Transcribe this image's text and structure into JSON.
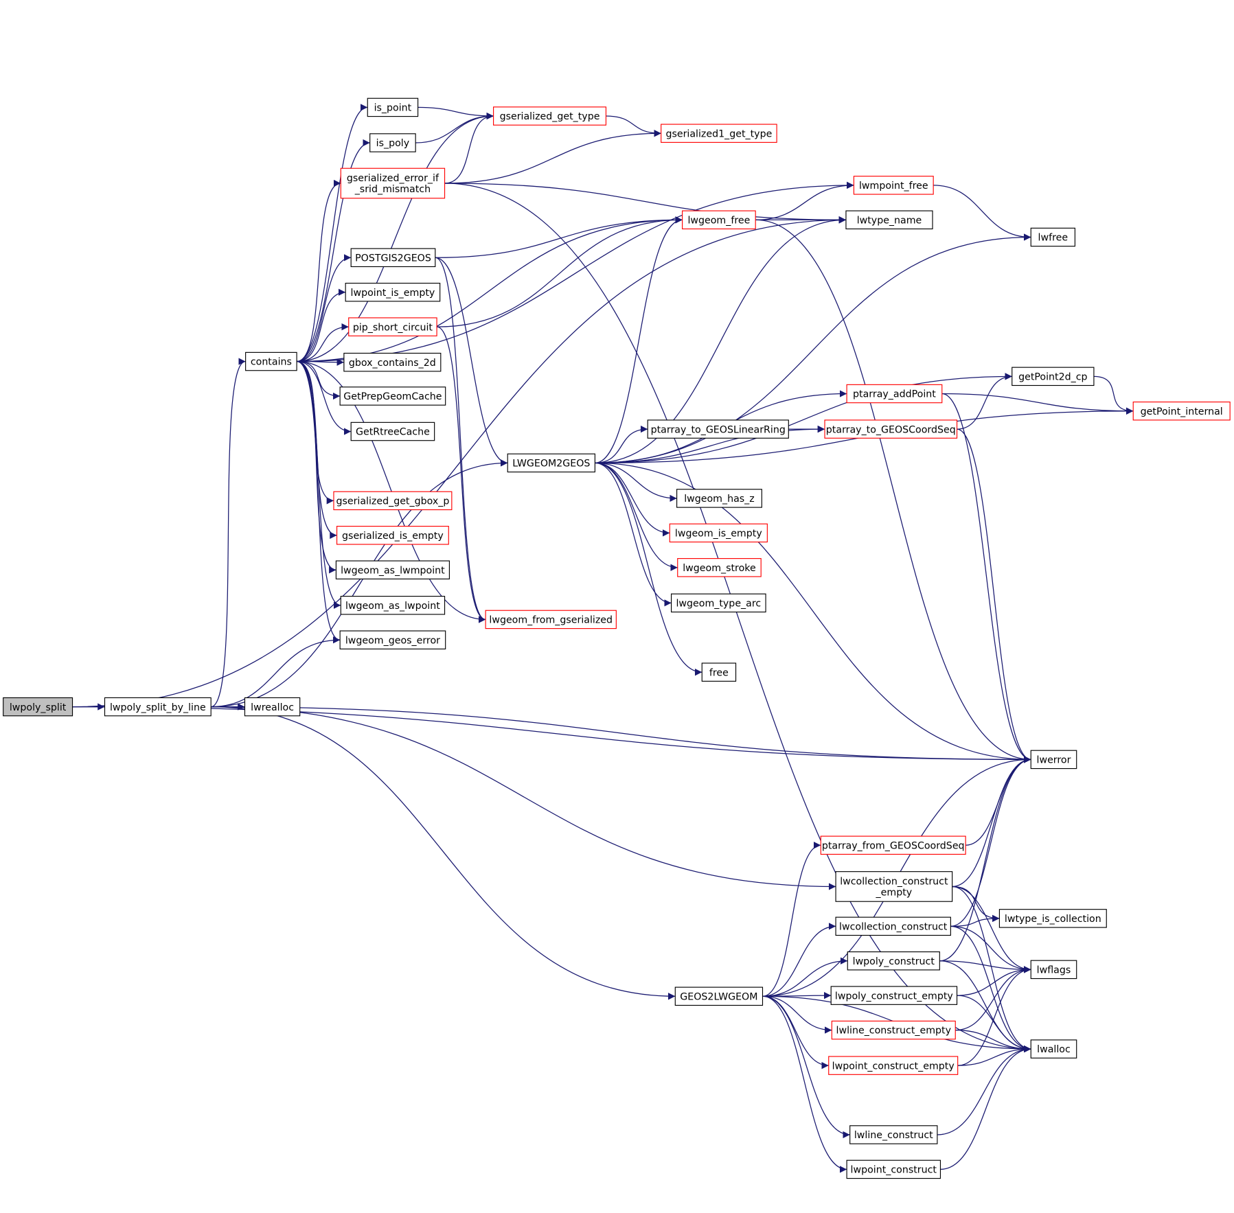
{
  "title": "lwpoly_split call graph",
  "colors": {
    "edge": "#191970",
    "incomplete_border": "#ff0000",
    "root_fill": "#bfbfbf"
  },
  "nodes": {
    "lwpoly_split": {
      "label": [
        "lwpoly_split"
      ],
      "style": "root"
    },
    "lwpoly_split_by_line": {
      "label": [
        "lwpoly_split_by_line"
      ]
    },
    "lwrealloc": {
      "label": [
        "lwrealloc"
      ]
    },
    "contains": {
      "label": [
        "contains"
      ]
    },
    "is_point": {
      "label": [
        "is_point"
      ]
    },
    "is_poly": {
      "label": [
        "is_poly"
      ]
    },
    "gserialized_error_if_srid_mismatch": {
      "label": [
        "gserialized_error_if",
        "_srid_mismatch"
      ],
      "style": "red"
    },
    "POSTGIS2GEOS": {
      "label": [
        "POSTGIS2GEOS"
      ]
    },
    "lwpoint_is_empty": {
      "label": [
        "lwpoint_is_empty"
      ]
    },
    "pip_short_circuit": {
      "label": [
        "pip_short_circuit"
      ],
      "style": "red"
    },
    "gbox_contains_2d": {
      "label": [
        "gbox_contains_2d"
      ]
    },
    "GetPrepGeomCache": {
      "label": [
        "GetPrepGeomCache"
      ]
    },
    "GetRtreeCache": {
      "label": [
        "GetRtreeCache"
      ]
    },
    "gserialized_get_gbox_p": {
      "label": [
        "gserialized_get_gbox_p"
      ],
      "style": "red"
    },
    "gserialized_is_empty": {
      "label": [
        "gserialized_is_empty"
      ],
      "style": "red"
    },
    "lwgeom_as_lwmpoint": {
      "label": [
        "lwgeom_as_lwmpoint"
      ]
    },
    "lwgeom_as_lwpoint": {
      "label": [
        "lwgeom_as_lwpoint"
      ]
    },
    "lwgeom_geos_error": {
      "label": [
        "lwgeom_geos_error"
      ]
    },
    "gserialized_get_type": {
      "label": [
        "gserialized_get_type"
      ],
      "style": "red"
    },
    "gserialized1_get_type": {
      "label": [
        "gserialized1_get_type"
      ],
      "style": "red"
    },
    "lwgeom_from_gserialized": {
      "label": [
        "lwgeom_from_gserialized"
      ],
      "style": "red"
    },
    "LWGEOM2GEOS": {
      "label": [
        "LWGEOM2GEOS"
      ]
    },
    "GEOS2LWGEOM": {
      "label": [
        "GEOS2LWGEOM"
      ]
    },
    "lwgeom_free": {
      "label": [
        "lwgeom_free"
      ],
      "style": "red"
    },
    "lwmpoint_free": {
      "label": [
        "lwmpoint_free"
      ],
      "style": "red"
    },
    "lwtype_name": {
      "label": [
        "lwtype_name"
      ]
    },
    "lwfree": {
      "label": [
        "lwfree"
      ]
    },
    "getPoint2d_cp": {
      "label": [
        "getPoint2d_cp"
      ]
    },
    "getPoint_internal": {
      "label": [
        "getPoint_internal"
      ],
      "style": "red"
    },
    "ptarray_addPoint": {
      "label": [
        "ptarray_addPoint"
      ],
      "style": "red"
    },
    "ptarray_to_GEOSLinearRing": {
      "label": [
        "ptarray_to_GEOSLinearRing"
      ]
    },
    "ptarray_to_GEOSCoordSeq": {
      "label": [
        "ptarray_to_GEOSCoordSeq"
      ],
      "style": "red"
    },
    "lwgeom_has_z": {
      "label": [
        "lwgeom_has_z"
      ]
    },
    "lwgeom_is_empty": {
      "label": [
        "lwgeom_is_empty"
      ],
      "style": "red"
    },
    "lwgeom_stroke": {
      "label": [
        "lwgeom_stroke"
      ],
      "style": "red"
    },
    "lwgeom_type_arc": {
      "label": [
        "lwgeom_type_arc"
      ]
    },
    "free": {
      "label": [
        "free"
      ]
    },
    "lwerror": {
      "label": [
        "lwerror"
      ]
    },
    "ptarray_from_GEOSCoordSeq": {
      "label": [
        "ptarray_from_GEOSCoordSeq"
      ],
      "style": "red"
    },
    "lwcollection_construct_empty": {
      "label": [
        "lwcollection_construct",
        "_empty"
      ]
    },
    "lwtype_is_collection": {
      "label": [
        "lwtype_is_collection"
      ]
    },
    "lwcollection_construct": {
      "label": [
        "lwcollection_construct"
      ]
    },
    "lwpoly_construct": {
      "label": [
        "lwpoly_construct"
      ]
    },
    "lwflags": {
      "label": [
        "lwflags"
      ]
    },
    "lwpoly_construct_empty": {
      "label": [
        "lwpoly_construct_empty"
      ]
    },
    "lwline_construct_empty": {
      "label": [
        "lwline_construct_empty"
      ],
      "style": "red"
    },
    "lwalloc": {
      "label": [
        "lwalloc"
      ]
    },
    "lwpoint_construct_empty": {
      "label": [
        "lwpoint_construct_empty"
      ],
      "style": "red"
    },
    "lwline_construct": {
      "label": [
        "lwline_construct"
      ]
    },
    "lwpoint_construct": {
      "label": [
        "lwpoint_construct"
      ]
    }
  },
  "edges": [
    [
      "lwpoly_split",
      "lwpoly_split_by_line"
    ],
    [
      "lwpoly_split",
      "lwtype_name"
    ],
    [
      "lwpoly_split",
      "lwerror"
    ],
    [
      "lwpoly_split_by_line",
      "contains"
    ],
    [
      "lwpoly_split_by_line",
      "lwrealloc"
    ],
    [
      "lwpoly_split_by_line",
      "lwgeom_geos_error"
    ],
    [
      "lwpoly_split_by_line",
      "LWGEOM2GEOS"
    ],
    [
      "lwpoly_split_by_line",
      "lwerror"
    ],
    [
      "lwpoly_split_by_line",
      "lwcollection_construct_empty"
    ],
    [
      "lwpoly_split_by_line",
      "GEOS2LWGEOM"
    ],
    [
      "contains",
      "is_point"
    ],
    [
      "contains",
      "is_poly"
    ],
    [
      "contains",
      "gserialized_get_type"
    ],
    [
      "contains",
      "gserialized_error_if_srid_mismatch"
    ],
    [
      "contains",
      "lwmpoint_free"
    ],
    [
      "contains",
      "lwgeom_free"
    ],
    [
      "contains",
      "POSTGIS2GEOS"
    ],
    [
      "contains",
      "lwpoint_is_empty"
    ],
    [
      "contains",
      "pip_short_circuit"
    ],
    [
      "contains",
      "gbox_contains_2d"
    ],
    [
      "contains",
      "GetPrepGeomCache"
    ],
    [
      "contains",
      "GetRtreeCache"
    ],
    [
      "contains",
      "lwgeom_from_gserialized"
    ],
    [
      "contains",
      "gserialized_get_gbox_p"
    ],
    [
      "contains",
      "gserialized_is_empty"
    ],
    [
      "contains",
      "lwgeom_as_lwmpoint"
    ],
    [
      "contains",
      "lwgeom_as_lwpoint"
    ],
    [
      "contains",
      "lwgeom_geos_error"
    ],
    [
      "is_point",
      "gserialized_get_type"
    ],
    [
      "is_poly",
      "gserialized_get_type"
    ],
    [
      "gserialized_error_if_srid_mismatch",
      "gserialized_get_type"
    ],
    [
      "gserialized_error_if_srid_mismatch",
      "gserialized1_get_type"
    ],
    [
      "gserialized_error_if_srid_mismatch",
      "lwtype_name"
    ],
    [
      "gserialized_error_if_srid_mismatch",
      "lwalloc"
    ],
    [
      "gserialized_get_type",
      "gserialized1_get_type"
    ],
    [
      "POSTGIS2GEOS",
      "lwgeom_free"
    ],
    [
      "POSTGIS2GEOS",
      "LWGEOM2GEOS"
    ],
    [
      "POSTGIS2GEOS",
      "lwgeom_from_gserialized"
    ],
    [
      "pip_short_circuit",
      "lwgeom_free"
    ],
    [
      "pip_short_circuit",
      "lwgeom_from_gserialized"
    ],
    [
      "lwgeom_free",
      "lwmpoint_free"
    ],
    [
      "lwgeom_free",
      "lwtype_name"
    ],
    [
      "lwgeom_free",
      "lwerror"
    ],
    [
      "lwmpoint_free",
      "lwfree"
    ],
    [
      "LWGEOM2GEOS",
      "lwgeom_free"
    ],
    [
      "LWGEOM2GEOS",
      "lwtype_name"
    ],
    [
      "LWGEOM2GEOS",
      "lwfree"
    ],
    [
      "LWGEOM2GEOS",
      "getPoint2d_cp"
    ],
    [
      "LWGEOM2GEOS",
      "ptarray_addPoint"
    ],
    [
      "LWGEOM2GEOS",
      "ptarray_to_GEOSCoordSeq"
    ],
    [
      "LWGEOM2GEOS",
      "ptarray_to_GEOSLinearRing"
    ],
    [
      "LWGEOM2GEOS",
      "getPoint_internal"
    ],
    [
      "LWGEOM2GEOS",
      "lwgeom_has_z"
    ],
    [
      "LWGEOM2GEOS",
      "lwgeom_is_empty"
    ],
    [
      "LWGEOM2GEOS",
      "lwgeom_stroke"
    ],
    [
      "LWGEOM2GEOS",
      "lwgeom_type_arc"
    ],
    [
      "LWGEOM2GEOS",
      "free"
    ],
    [
      "LWGEOM2GEOS",
      "lwerror"
    ],
    [
      "ptarray_addPoint",
      "getPoint_internal"
    ],
    [
      "ptarray_addPoint",
      "lwerror"
    ],
    [
      "ptarray_to_GEOSLinearRing",
      "ptarray_to_GEOSCoordSeq"
    ],
    [
      "ptarray_to_GEOSCoordSeq",
      "getPoint2d_cp"
    ],
    [
      "ptarray_to_GEOSCoordSeq",
      "lwerror"
    ],
    [
      "getPoint2d_cp",
      "getPoint_internal"
    ],
    [
      "GEOS2LWGEOM",
      "lwerror"
    ],
    [
      "GEOS2LWGEOM",
      "ptarray_from_GEOSCoordSeq"
    ],
    [
      "GEOS2LWGEOM",
      "lwcollection_construct"
    ],
    [
      "GEOS2LWGEOM",
      "lwpoly_construct"
    ],
    [
      "GEOS2LWGEOM",
      "lwpoly_construct_empty"
    ],
    [
      "GEOS2LWGEOM",
      "lwline_construct_empty"
    ],
    [
      "GEOS2LWGEOM",
      "lwpoint_construct_empty"
    ],
    [
      "GEOS2LWGEOM",
      "lwalloc"
    ],
    [
      "GEOS2LWGEOM",
      "lwline_construct"
    ],
    [
      "GEOS2LWGEOM",
      "lwpoint_construct"
    ],
    [
      "ptarray_from_GEOSCoordSeq",
      "lwerror"
    ],
    [
      "lwcollection_construct_empty",
      "lwerror"
    ],
    [
      "lwcollection_construct_empty",
      "lwtype_is_collection"
    ],
    [
      "lwcollection_construct_empty",
      "lwflags"
    ],
    [
      "lwcollection_construct_empty",
      "lwalloc"
    ],
    [
      "lwcollection_construct",
      "lwerror"
    ],
    [
      "lwcollection_construct",
      "lwtype_is_collection"
    ],
    [
      "lwcollection_construct",
      "lwflags"
    ],
    [
      "lwcollection_construct",
      "lwalloc"
    ],
    [
      "lwpoly_construct",
      "lwerror"
    ],
    [
      "lwpoly_construct",
      "lwflags"
    ],
    [
      "lwpoly_construct",
      "lwalloc"
    ],
    [
      "lwpoly_construct_empty",
      "lwflags"
    ],
    [
      "lwpoly_construct_empty",
      "lwalloc"
    ],
    [
      "lwline_construct_empty",
      "lwflags"
    ],
    [
      "lwline_construct_empty",
      "lwalloc"
    ],
    [
      "lwpoint_construct_empty",
      "lwflags"
    ],
    [
      "lwpoint_construct_empty",
      "lwalloc"
    ],
    [
      "lwline_construct",
      "lwalloc"
    ],
    [
      "lwpoint_construct",
      "lwalloc"
    ]
  ]
}
